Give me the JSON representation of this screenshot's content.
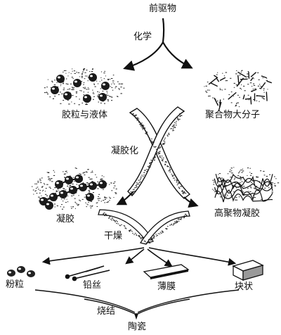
{
  "diagram": {
    "nodes": {
      "precursor": "前驱物",
      "colloid_liquid": "胶粒与液体",
      "polymer_molecule": "聚合物大分子",
      "gel": "凝胶",
      "polymer_gel": "高聚物凝胶",
      "powder": "粉粒",
      "fiber": "铅丝",
      "film": "薄膜",
      "bulk": "块状",
      "ceramic": "陶瓷"
    },
    "steps": {
      "chemistry": "化学",
      "gelation": "凝胶化",
      "drying": "干燥",
      "sintering": "烧结"
    },
    "colors": {
      "ink": "#111111",
      "paper": "#ffffff"
    }
  }
}
